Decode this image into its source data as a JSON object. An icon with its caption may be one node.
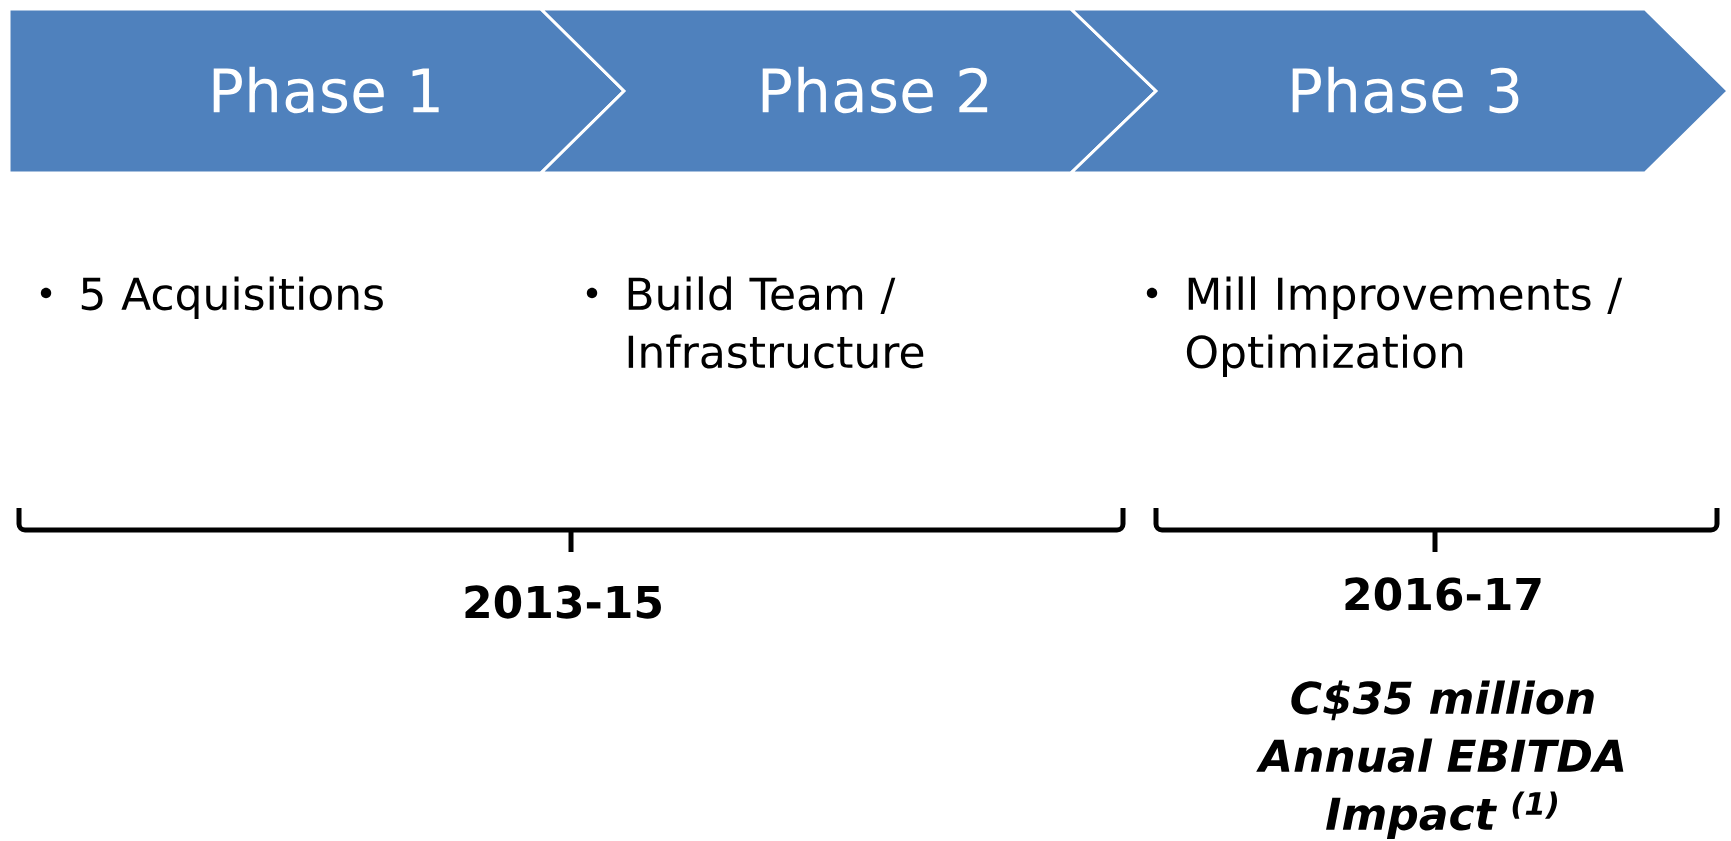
{
  "diagram": {
    "nodes": [
      {
        "text": [
          "Phase 1"
        ]
      },
      {
        "text": [
          "Phase 2"
        ]
      },
      {
        "text": [
          "Phase 3"
        ]
      }
    ],
    "labels": [
      "5 Acquisitions",
      "Build Team / Infrastructure",
      "Mill Improvements / Optimization",
      "2013-15",
      "2016-17",
      "C$35 million Annual EBITDA Impact $^{(1)}$"
    ]
  }
}
